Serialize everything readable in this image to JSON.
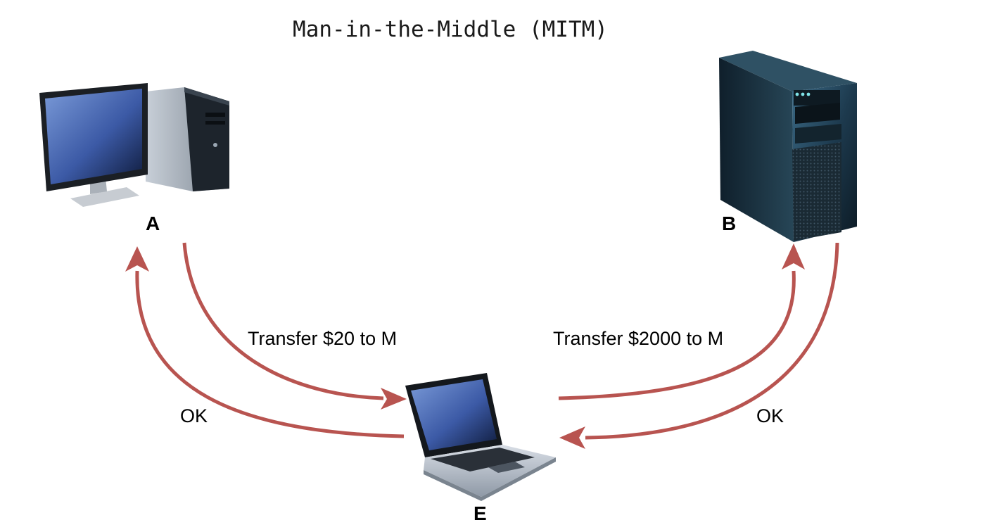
{
  "title": "Man-in-the-Middle (MITM)",
  "nodes": {
    "a": {
      "label": "A",
      "icon": "desktop-computer-icon"
    },
    "b": {
      "label": "B",
      "icon": "server-tower-icon"
    },
    "e": {
      "label": "E",
      "icon": "laptop-icon"
    }
  },
  "edges": {
    "a_to_e": "Transfer $20 to M",
    "e_to_a": "OK",
    "e_to_b": "Transfer $2000 to M",
    "b_to_e": "OK"
  },
  "colors": {
    "arrow": "#b85450"
  }
}
